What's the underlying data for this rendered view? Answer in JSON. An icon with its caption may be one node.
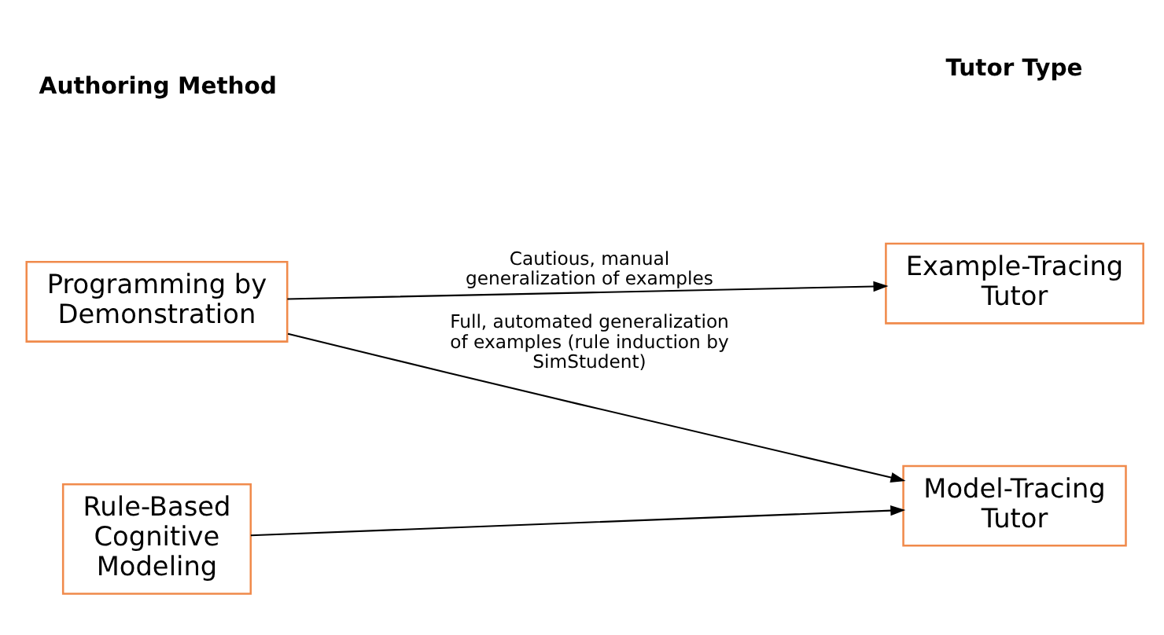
{
  "diagram": {
    "nodes": [
      {
        "text": [
          "Programming by Demonstration"
        ]
      },
      {
        "text": [
          "Example-Tracing Tutor"
        ]
      },
      {
        "text": [
          "Rule-Based Cognitive Modeling"
        ]
      },
      {
        "text": [
          "Model-Tracing Tutor"
        ]
      }
    ],
    "edges": [
      {
        "from": 0,
        "to": 1,
        "arrow": "to",
        "label": "Cautious, manual generalization of examples"
      },
      {
        "from": 0,
        "to": 3,
        "arrow": "to",
        "label": "Full, automated generalization of examples (rule induction by SimStudent)"
      },
      {
        "from": 2,
        "to": 3,
        "arrow": "to"
      }
    ],
    "labels": [
      "Authoring Method",
      "Tutor Type"
    ]
  }
}
